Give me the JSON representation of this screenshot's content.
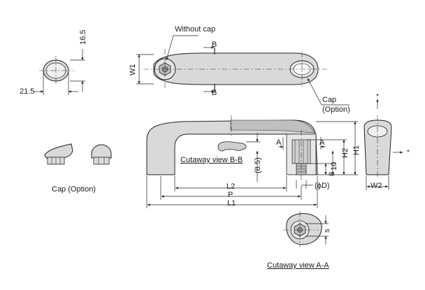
{
  "labels": {
    "without_cap": "Without cap",
    "b_top": "B",
    "b_bottom": "B",
    "w1": "W1",
    "dim_16_5": "16.5",
    "dim_21_5": "21.5",
    "cap_option_top": "Cap",
    "cap_option_paren": "(Option)",
    "cap_option_left": "Cap (Option)",
    "cutaway_bb": "Cutaway view B-B",
    "dim_8_5": "(8.5)",
    "a_left": "A",
    "a_right": "A",
    "h1": "H1",
    "h2": "H2",
    "dim_10": "10",
    "dim_8": "8",
    "phi_d": "(ϕD)",
    "l2": "L2",
    "p": "P",
    "l1": "L1",
    "w2": "W2",
    "s": "s",
    "cutaway_aa": "Cutaway view A-A",
    "asterisk_top": "*",
    "asterisk_right": "*"
  }
}
